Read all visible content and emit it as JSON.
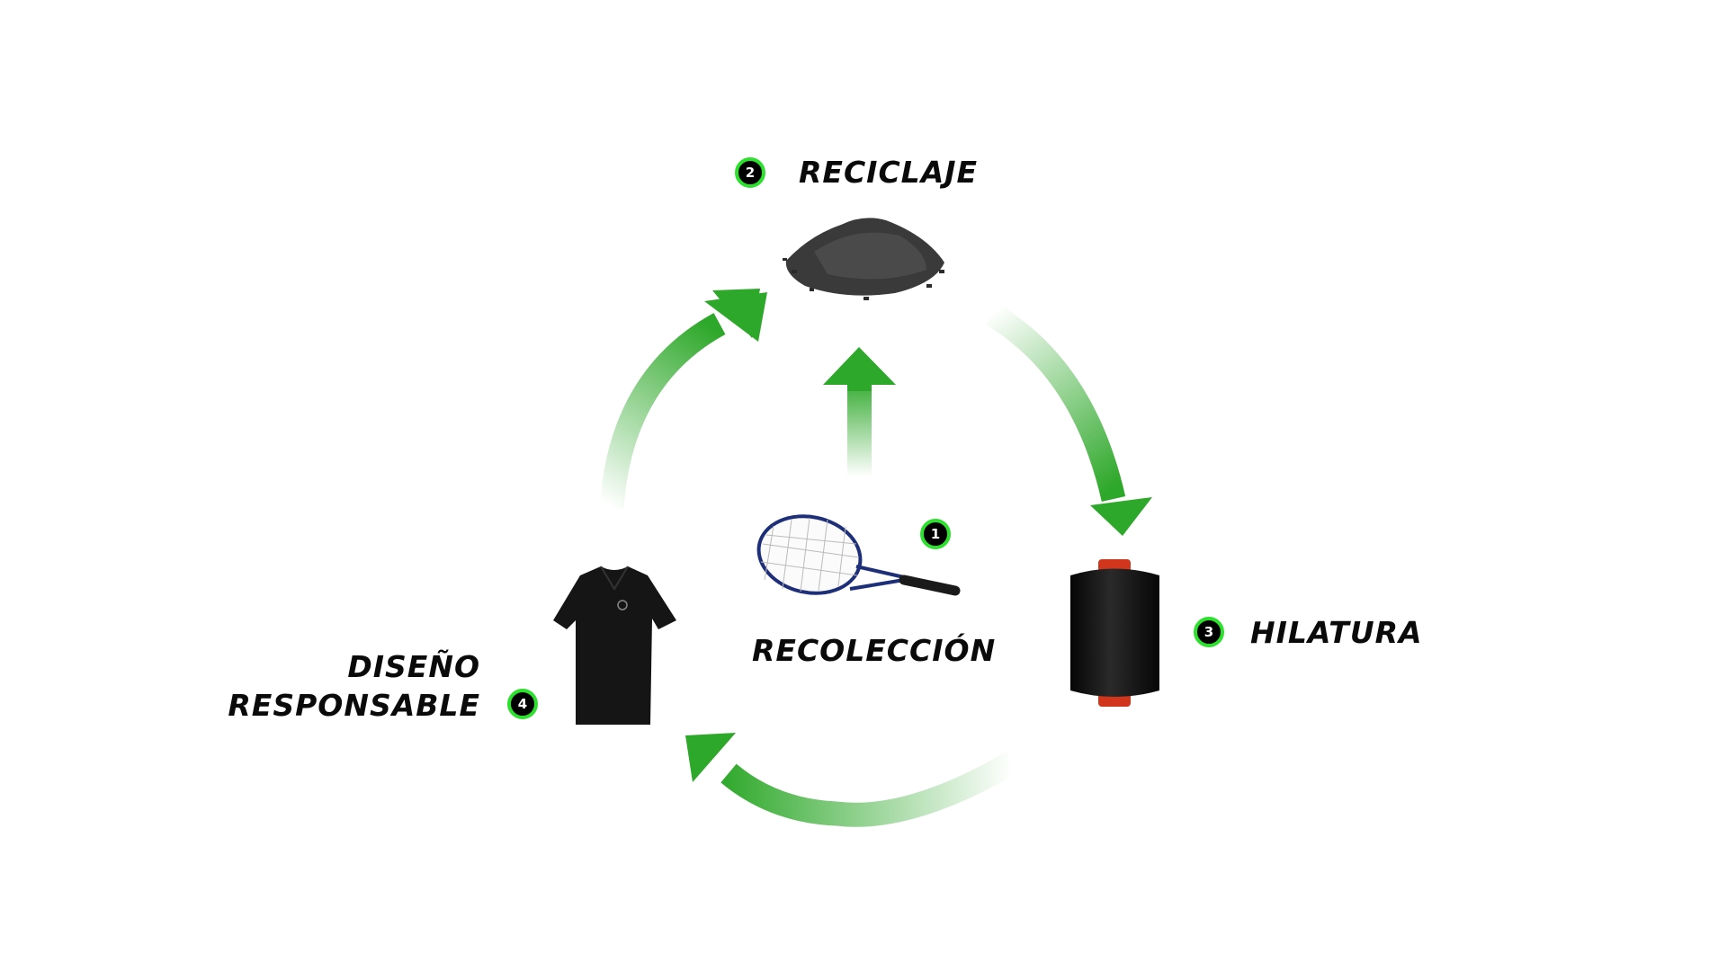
{
  "steps": [
    {
      "number": "1",
      "label": "RECOLECCIÓN",
      "icon": "tennis-racket-icon"
    },
    {
      "number": "2",
      "label": "RECICLAJE",
      "icon": "pellets-pile-icon"
    },
    {
      "number": "3",
      "label": "HILATURA",
      "icon": "yarn-spool-icon"
    },
    {
      "number": "4",
      "label_line1": "DISEÑO",
      "label_line2": "RESPONSABLE",
      "icon": "polo-shirt-icon"
    }
  ],
  "colors": {
    "arrow": "#2ea82a",
    "badge_ring": "#2ee02e",
    "text": "#0a0a0a"
  }
}
